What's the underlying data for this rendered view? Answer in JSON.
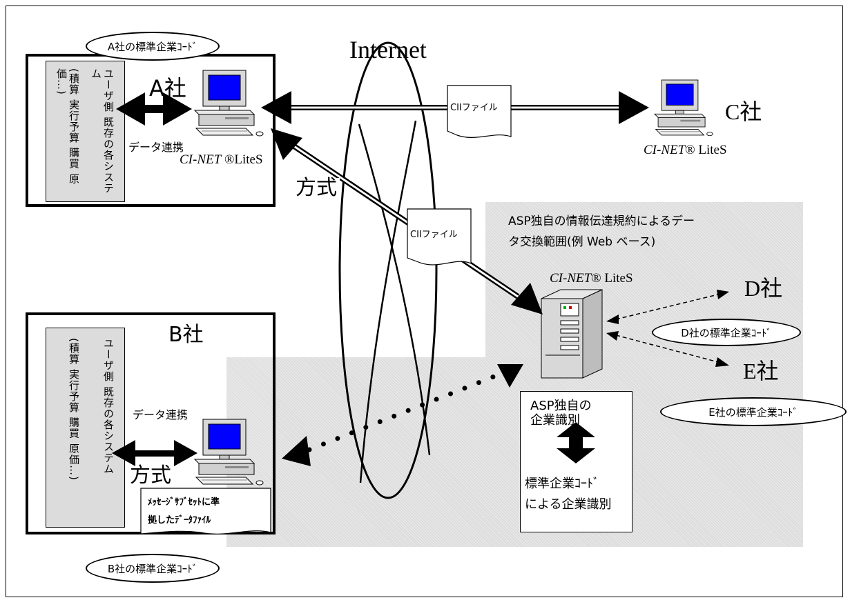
{
  "internet_label": "Internet",
  "company_a": {
    "name": "A社",
    "code_label": "A社の標準企業ｺｰﾄﾞ",
    "systems_col1": "ユーザ側 既存の各システム",
    "systems_col2": "(積算 実行予算 購買 原価…)",
    "data_link_label": "データ連携",
    "software_label_italic": "CI-NET",
    "software_label_rest": " ®LiteS",
    "method_label": "方式"
  },
  "company_b": {
    "name": "B社",
    "code_label": "B社の標準企業ｺｰﾄﾞ",
    "systems_col1": "ユーザ側 既存の各システム",
    "systems_col2": "(積算 実行予算 購買 原価…)",
    "data_link_label": "データ連携",
    "method_label": "方式",
    "message_file_line1": "ﾒｯｾｰｼﾞｻﾌﾞｾｯﾄに準",
    "message_file_line2": "拠したﾃﾞｰﾀﾌｧｲﾙ"
  },
  "company_c": {
    "name": "C社",
    "software_label_italic": "CI-NET",
    "software_label_rest": "® LiteS"
  },
  "company_d": {
    "name": "D社",
    "code_label": "D社の標準企業ｺｰﾄﾞ"
  },
  "company_e": {
    "name": "E社",
    "code_label": "E社の標準企業ｺｰﾄﾞ"
  },
  "file_label": "CIIファイル",
  "asp_region": {
    "title_line1": "ASP独自の情報伝達規約によるデー",
    "title_line2": "タ交換範囲(例 Web ベース)",
    "server_label_italic": "CI-NET",
    "server_label_rest": "® LiteS",
    "id_box_line1": "ASP独自の",
    "id_box_line2": "企業識別",
    "id_box_line3": "標準企業ｺｰﾄﾞ",
    "id_box_line4": "による企業識別"
  }
}
